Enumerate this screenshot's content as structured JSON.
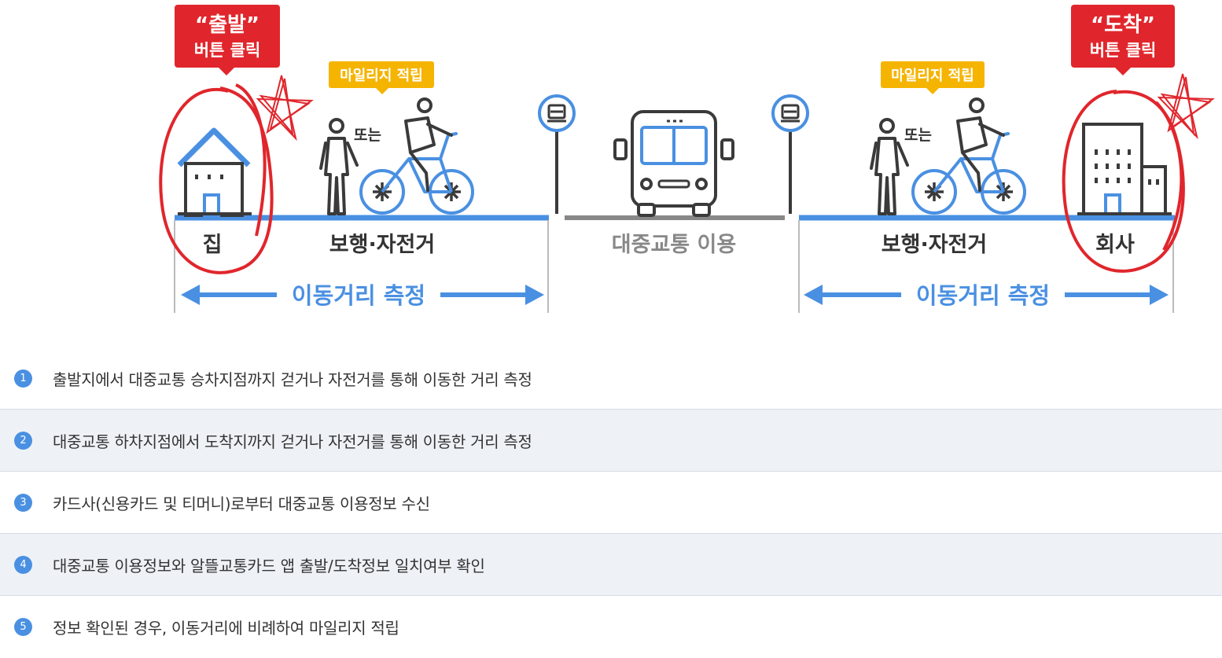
{
  "callouts": {
    "depart_quote": "“출발”",
    "depart_sub": "버튼 클릭",
    "arrive_quote": "“도착”",
    "arrive_sub": "버튼 클릭",
    "mileage_left": "마일리지 적립",
    "mileage_right": "마일리지 적립"
  },
  "labels": {
    "or_left": "또는",
    "or_right": "또는",
    "home": "집",
    "walk_bike_left": "보행·자전거",
    "transit": "대중교통 이용",
    "walk_bike_right": "보행·자전거",
    "company": "회사",
    "measure_left": "이동거리 측정",
    "measure_right": "이동거리 측정"
  },
  "colors": {
    "accent_red": "#e0262c",
    "mileage_yellow": "#f5b400",
    "route_blue": "#4a90e2",
    "transit_gray": "#888888",
    "icon_dark": "#3a3a3a"
  },
  "steps": [
    {
      "num": "1",
      "text": "출발지에서 대중교통 승차지점까지 걷거나 자전거를 통해 이동한 거리 측정"
    },
    {
      "num": "2",
      "text": "대중교통 하차지점에서 도착지까지 걷거나 자전거를 통해 이동한 거리 측정"
    },
    {
      "num": "3",
      "text": "카드사(신용카드 및 티머니)로부터 대중교통 이용정보 수신"
    },
    {
      "num": "4",
      "text": "대중교통 이용정보와 알뜰교통카드 앱 출발/도착정보 일치여부 확인"
    },
    {
      "num": "5",
      "text": "정보 확인된 경우, 이동거리에 비례하여 마일리지 적립"
    }
  ]
}
